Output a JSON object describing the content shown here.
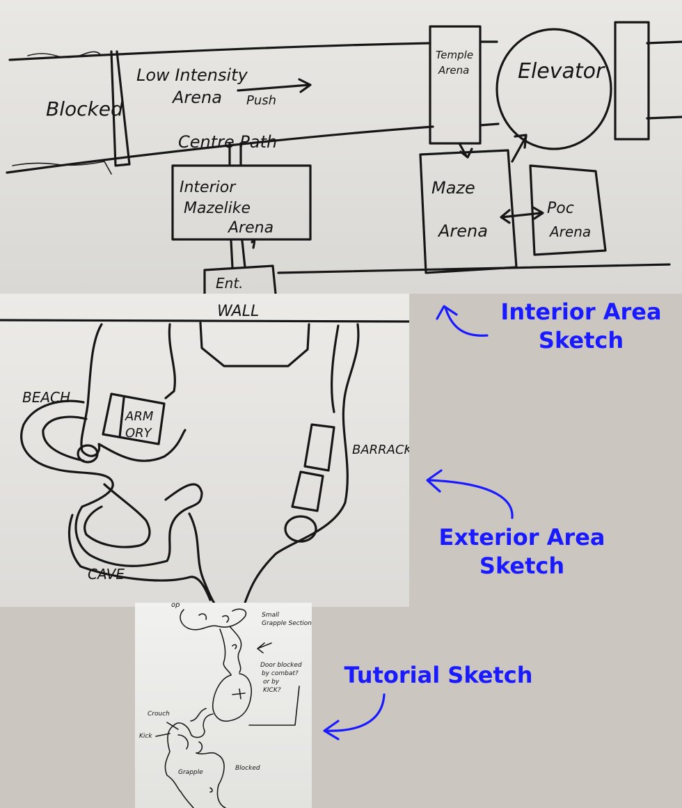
{
  "interior": {
    "blocked": "Blocked",
    "low_intensity_1": "Low Intensity",
    "low_intensity_2": "Arena",
    "push": "Push",
    "centre_path": "Centre Path",
    "interior_1": "Interior",
    "interior_2": "Mazelike",
    "interior_3": "Arena",
    "ent": "Ent.",
    "temple_1": "Temple",
    "temple_2": "Arena",
    "elevator": "Elevator",
    "maze_1": "Maze",
    "maze_2": "Arena",
    "poc_1": "Poc",
    "poc_2": "Arena"
  },
  "exterior": {
    "wall": "WALL",
    "beach": "BEACH",
    "armory_1": "ARM",
    "armory_2": "ORY",
    "barracks": "BARRACKS",
    "cave": "CAVE"
  },
  "tutorial": {
    "op": "op",
    "small_grapple_1": "Small",
    "small_grapple_2": "Grapple Section",
    "door_1": "Door blocked",
    "door_2": "by combat?",
    "door_3": "or by",
    "door_4": "KICK?",
    "crouch": "Crouch",
    "kick": "Kick",
    "grapple": "Grapple",
    "blocked": "Blocked"
  },
  "captions": {
    "interior_1": "Interior Area",
    "interior_2": "Sketch",
    "exterior_1": "Exterior Area",
    "exterior_2": "Sketch",
    "tutorial": "Tutorial Sketch"
  },
  "colors": {
    "annotation_blue": "#1a1aff",
    "marker_ink": "#161616",
    "background": "#cbc6c0"
  }
}
